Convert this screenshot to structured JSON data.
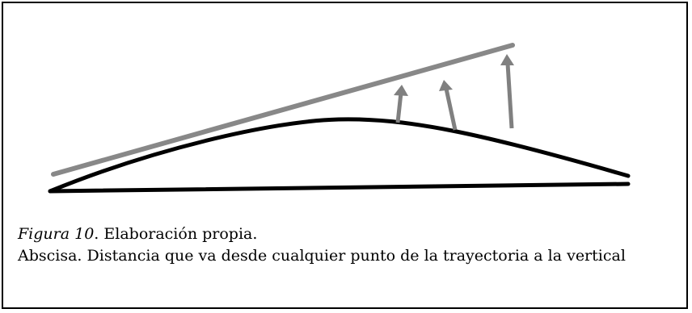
{
  "caption": {
    "figure_label": "Figura 10",
    "title_text": ". Elaboración propia.",
    "body_text": "Abscisa. Distancia que va desde cualquier punto de la trayectoria a la vertical"
  },
  "colors": {
    "curve": "#000000",
    "tangent": "#888888",
    "arrows": "#808080",
    "border": "#000000"
  }
}
